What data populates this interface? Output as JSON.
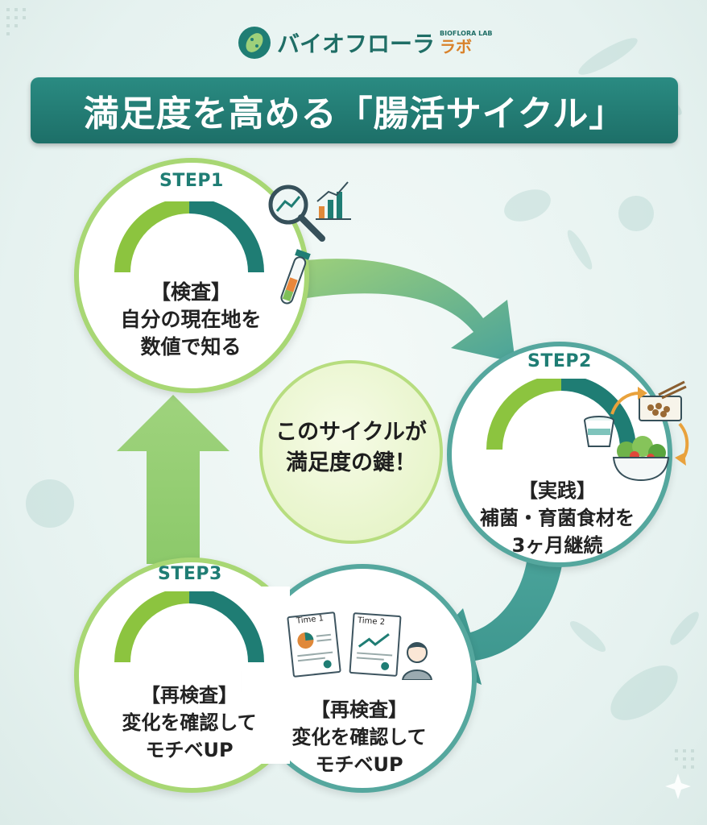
{
  "brand": {
    "name": "バイオフローラ",
    "sub_en": "BIOFLORA LAB",
    "sub_jp": "ラボ"
  },
  "title": "満足度を高める「腸活サイクル」",
  "center": {
    "line1": "このサイクルが",
    "line2": "満足度の鍵！"
  },
  "steps": [
    {
      "label": "STEP1",
      "line1": "【検査】",
      "line2": "自分の現在地を",
      "line3": "数値で知る",
      "progress": 0.5
    },
    {
      "label": "STEP2",
      "line1": "【実践】",
      "line2": "補菌・育菌食材を",
      "line3": "3ヶ月継続",
      "progress": 0.5
    },
    {
      "label": "STEP3",
      "line1": "【再検査】",
      "line2": "変化を確認して",
      "line3": "モチベUP",
      "progress": 0.5
    }
  ],
  "step3_dup": {
    "line1": "【再検査】",
    "line2": "変化を確認して",
    "line3": "モチベUP"
  },
  "docs": [
    {
      "label": "Time 1"
    },
    {
      "label": "Time 2"
    }
  ],
  "colors": {
    "title_bg": "#1d6f68",
    "accent_green": "#8cc43f",
    "accent_teal": "#1f7d74",
    "arrow_green": "#8fcb6e",
    "arrow_teal": "#4da79c"
  },
  "icons": [
    "bacteria-logo-icon",
    "magnifier-chart-icon",
    "bar-chart-icon",
    "test-tube-icon",
    "yogurt-icon",
    "natto-icon",
    "salad-icon",
    "document-icon",
    "person-icon",
    "sparkle-icon"
  ]
}
